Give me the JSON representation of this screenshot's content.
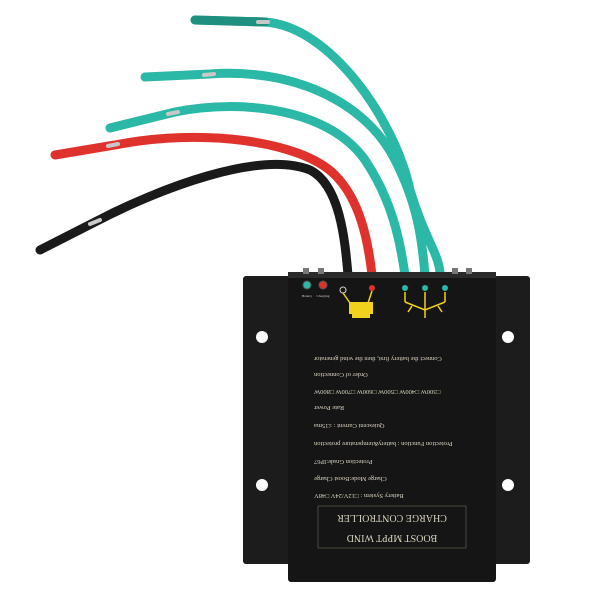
{
  "product": {
    "title_line1": "BOOST MPPT WIND",
    "title_line2": "CHARGE CONTROLLER",
    "specs": [
      "Battery System : □12V/24V □48V",
      "Charge Mode:Boost Charge",
      "Protection Grade:IP67",
      "Protection Function : battery&temperature protection",
      "Quiescent Current : ≤15ma",
      "Rate Power",
      "□300W □400W □500W □600W □700W □800W",
      "Order of Connection",
      "Connect the battery first, then the wind generator"
    ],
    "led_labels": [
      "Battery",
      "Charging"
    ]
  },
  "colors": {
    "body": "#151515",
    "flange": "#1c1c1c",
    "wire_cyan": "#2bb8a6",
    "wire_red": "#e0322d",
    "wire_black": "#1a1a1a",
    "battery_symbol": "#f2d21c",
    "text": "#d8d2bf"
  },
  "icons": [
    "battery-symbol-icon",
    "wind-generator-symbol-icon",
    "led-green-icon",
    "led-red-icon"
  ]
}
